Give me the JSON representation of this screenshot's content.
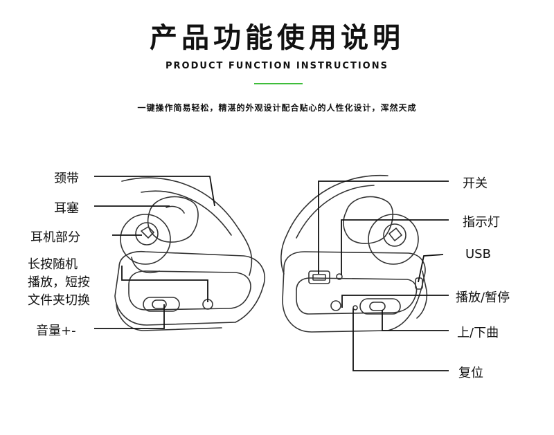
{
  "header": {
    "title": "产品功能使用说明",
    "subtitle": "PRODUCT FUNCTION INSTRUCTIONS",
    "tagline": "一键操作简易轻松，精湛的外观设计配合贴心的人性化设计，浑然天成",
    "accent_color": "#3ebd3a"
  },
  "left_labels": {
    "neckband": "颈带",
    "eartip": "耳塞",
    "earphone_part": "耳机部分",
    "long_press_line1": "长按随机",
    "long_press_line2": "播放，短按",
    "long_press_line3": "文件夹切换",
    "volume": "音量+-"
  },
  "right_labels": {
    "power": "开关",
    "indicator": "指示灯",
    "usb": "USB",
    "play_pause": "播放/暂停",
    "track": "上/下曲",
    "reset": "复位"
  }
}
